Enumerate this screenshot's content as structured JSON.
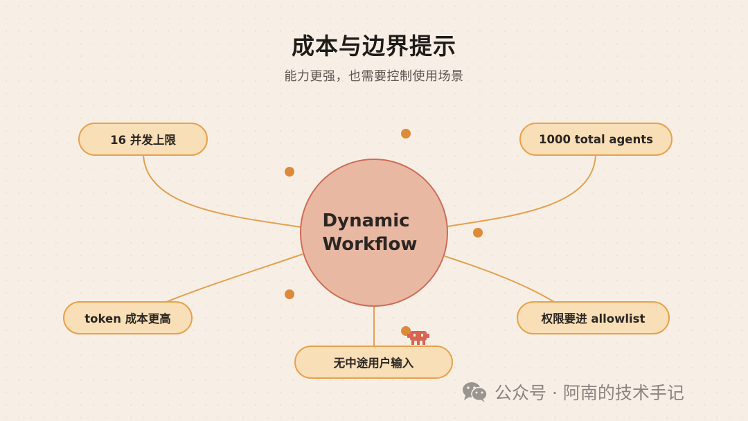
{
  "header": {
    "title": "成本与边界提示",
    "subtitle": "能力更强，也需要控制使用场景"
  },
  "center": {
    "label": "Dynamic\nWorkflow"
  },
  "nodes": [
    {
      "id": "concurrency-limit",
      "label": "16 并发上限"
    },
    {
      "id": "total-agents",
      "label": "1000 total agents"
    },
    {
      "id": "token-cost",
      "label": "token 成本更高"
    },
    {
      "id": "permissions",
      "label": "权限要进 allowlist"
    },
    {
      "id": "no-user-input",
      "label": "无中途用户输入"
    }
  ],
  "colors": {
    "background": "#f7efe6",
    "node_fill": "#f8dfb7",
    "node_border": "#e8a14a",
    "hub_fill": "#e8b8a2",
    "hub_border": "#cf6b55",
    "accent_dot": "#dd8a3a",
    "connector": "#e3a04e"
  },
  "watermark": {
    "icon": "wechat-icon",
    "text": "公众号 · 阿南的技术手记"
  }
}
